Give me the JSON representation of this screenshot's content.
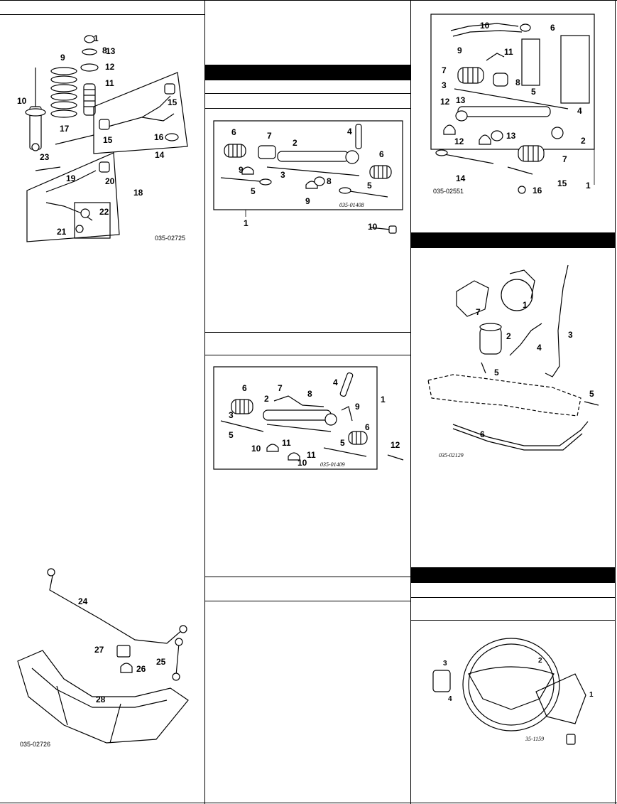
{
  "figures": {
    "rear_suspension": {
      "code": "035-02725",
      "callouts": [
        "1",
        "8",
        "9",
        "10",
        "11",
        "12",
        "13",
        "14",
        "15",
        "15",
        "16",
        "17",
        "18",
        "19",
        "20",
        "21",
        "22",
        "23"
      ]
    },
    "rack_a": {
      "code": "035-01408",
      "callouts": [
        "1",
        "2",
        "3",
        "4",
        "5",
        "5",
        "6",
        "6",
        "7",
        "8",
        "9",
        "9",
        "10"
      ]
    },
    "rack_b": {
      "code": "035-01409",
      "callouts": [
        "1",
        "2",
        "3",
        "4",
        "5",
        "5",
        "6",
        "6",
        "7",
        "8",
        "9",
        "10",
        "10",
        "11",
        "11",
        "12"
      ]
    },
    "rack_c": {
      "code": "035-02551",
      "callouts": [
        "1",
        "2",
        "3",
        "4",
        "5",
        "6",
        "7",
        "7",
        "8",
        "9",
        "10",
        "11",
        "12",
        "12",
        "13",
        "13",
        "14",
        "15",
        "16"
      ]
    },
    "stabilizer": {
      "code": "035-02726",
      "callouts": [
        "24",
        "25",
        "26",
        "27",
        "28"
      ]
    },
    "pump": {
      "code": "035-02129",
      "callouts": [
        "1",
        "2",
        "3",
        "4",
        "5",
        "5",
        "6",
        "7"
      ]
    },
    "wheel": {
      "code": "35-1159",
      "callouts": [
        "1",
        "2",
        "3",
        "4"
      ]
    }
  },
  "colors": {
    "ink": "#000000",
    "paper": "#ffffff"
  }
}
